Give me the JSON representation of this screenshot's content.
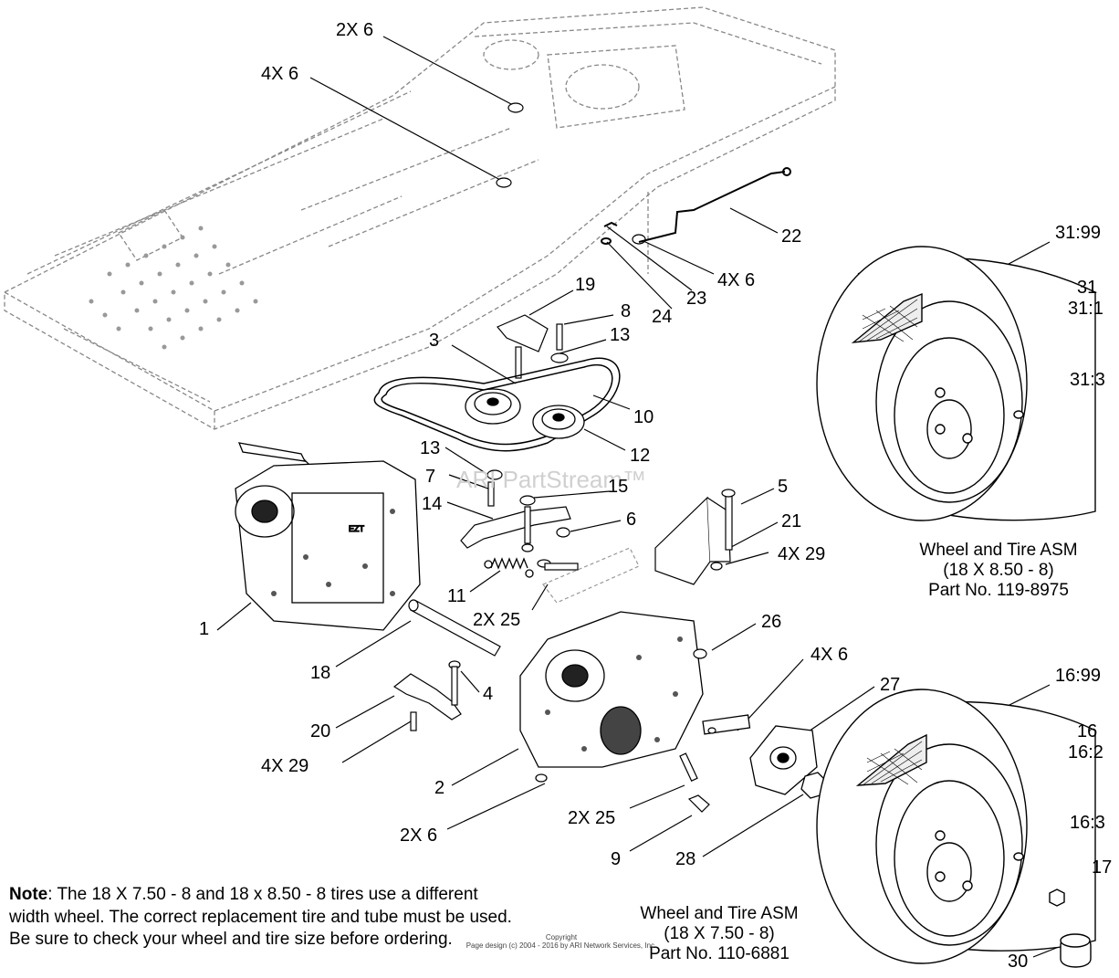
{
  "diagram": {
    "callouts": {
      "c_2x6_top": "2X 6",
      "c_4x6_top": "4X 6",
      "c22": "22",
      "c4x6_mid": "4X 6",
      "c23": "23",
      "c24": "24",
      "c19": "19",
      "c8": "8",
      "c3": "3",
      "c13a": "13",
      "c10": "10",
      "c12": "12",
      "c13b": "13",
      "c7": "7",
      "c15": "15",
      "c14": "14",
      "c6": "6",
      "c5": "5",
      "c21": "21",
      "c4x29a": "4X 29",
      "c11": "11",
      "c2x25a": "2X 25",
      "c1": "1",
      "c18": "18",
      "c26": "26",
      "c4": "4",
      "c4x6_low": "4X 6",
      "c27": "27",
      "c20": "20",
      "c4x29b": "4X 29",
      "c2": "2",
      "c2x25b": "2X 25",
      "c2x6_low": "2X 6",
      "c9": "9",
      "c28": "28",
      "c31_99": "31:99",
      "c31": "31",
      "c31_1": "31:1",
      "c31_3": "31:3",
      "c16_99": "16:99",
      "c16": "16",
      "c16_2": "16:2",
      "c16_3": "16:3",
      "c17": "17",
      "c30": "30"
    },
    "wheel_asm_upper": {
      "line1": "Wheel and Tire ASM",
      "line2": "(18 X 8.50 - 8)",
      "line3": "Part No. 119-8975"
    },
    "wheel_asm_lower": {
      "line1": "Wheel and Tire ASM",
      "line2": "(18 X 7.50 - 8)",
      "line3": "Part No. 110-6881"
    },
    "note": {
      "label": "Note",
      "text": ": The 18 X 7.50 - 8 and 18 x 8.50 - 8 tires use a different width wheel. The correct replacement tire and tube must be used. Be sure to check your wheel and tire size before ordering."
    },
    "watermark": "ARI PartStream™",
    "copyright": {
      "line1": "Copyright",
      "line2": "Page design (c) 2004 - 2016 by ARI Network Services, Inc."
    }
  }
}
